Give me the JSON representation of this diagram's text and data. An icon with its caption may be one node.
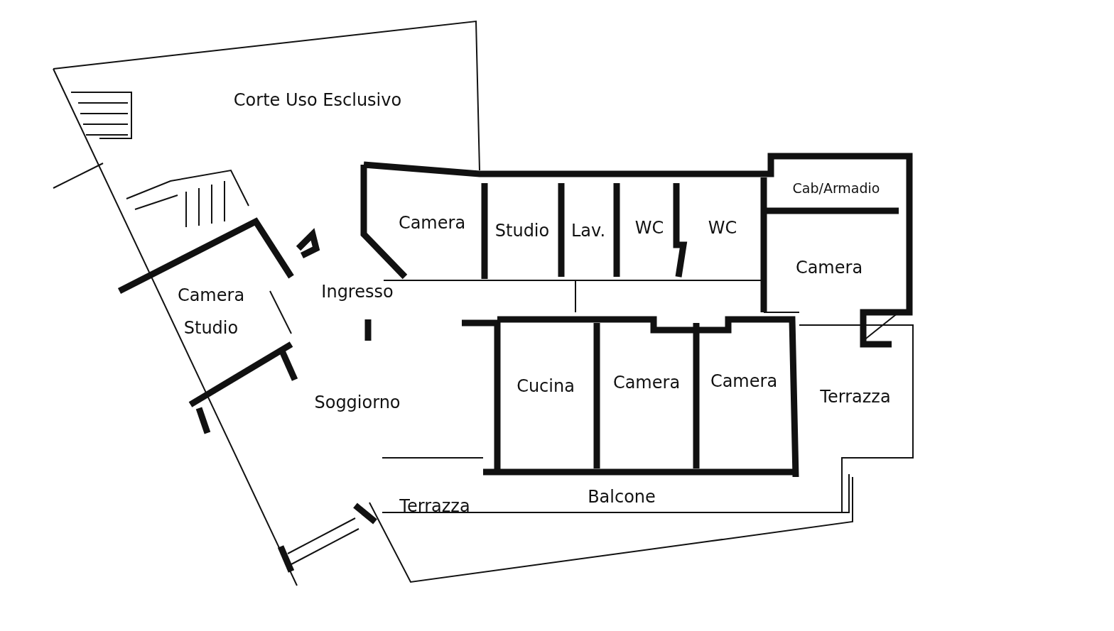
{
  "diagram": {
    "labels": [
      "Corte Uso Esclusivo",
      "Cab/Armadio",
      "Camera",
      "Studio",
      "Lav.",
      "WC",
      "WC",
      "Camera Studio",
      "Ingresso",
      "Camera",
      "Cucina",
      "Camera",
      "Camera",
      "Terrazza",
      "Soggiorno",
      "Balcone",
      "Terrazza"
    ]
  }
}
